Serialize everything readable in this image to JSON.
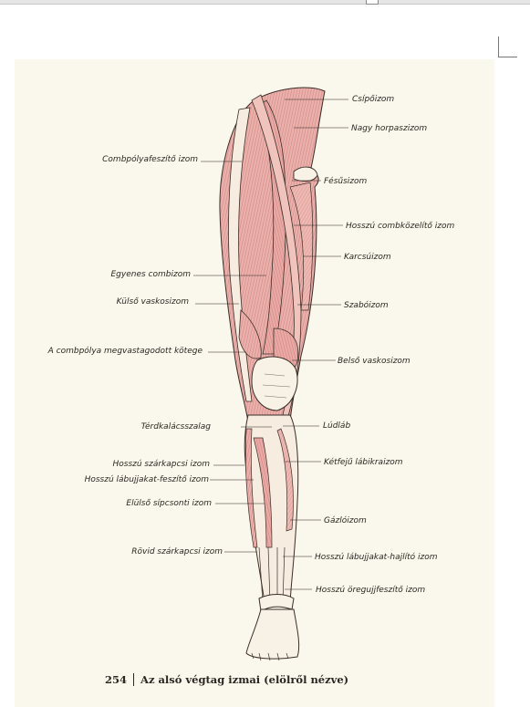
{
  "labels": {
    "csipoizom": "Csípőizom",
    "nagy_horpaszizom": "Nagy horpaszizom",
    "combpolyafeszito": "Combpólyafeszítő izom",
    "fesuizom": "Fésűsizom",
    "hosszu_combkozelito": "Hosszú combközelítő izom",
    "karcsuizom": "Karcsúizom",
    "egyenes_combizom": "Egyenes combizom",
    "kulso_vaskosizom": "Külső vaskosizom",
    "szaboizom": "Szabóizom",
    "combpolya_koteg": "A combpólya megvastagodott kötege",
    "belso_vaskosizom": "Belső vaskosizom",
    "terdkalacsszalag": "Térdkalácsszalag",
    "ludlab": "Lúdláb",
    "hosszu_szarkapcsi": "Hosszú szárkapcsi izom",
    "ketfeju_labikra": "Kétfejű lábikraizom",
    "hosszu_labujjfeszito": "Hosszú lábujjakat-feszítő izom",
    "elulso_sipcsonti": "Elülső sípcsonti izom",
    "gazloizom": "Gázlóizom",
    "rovid_szarkapcsi": "Rövid szárkapcsi izom",
    "hosszu_labujjhajlito": "Hosszú lábujjakat-hajlító izom",
    "hosszu_oregujjfeszito": "Hosszú öregujjfeszítő izom"
  },
  "caption": {
    "page_number": "254",
    "title": "Az alsó végtag izmai (elölről nézve)"
  },
  "colors": {
    "muscle": "#e7a4a2",
    "tendon": "#f7f1e6",
    "ink": "#2b2723",
    "paper": "#faf7ec"
  }
}
